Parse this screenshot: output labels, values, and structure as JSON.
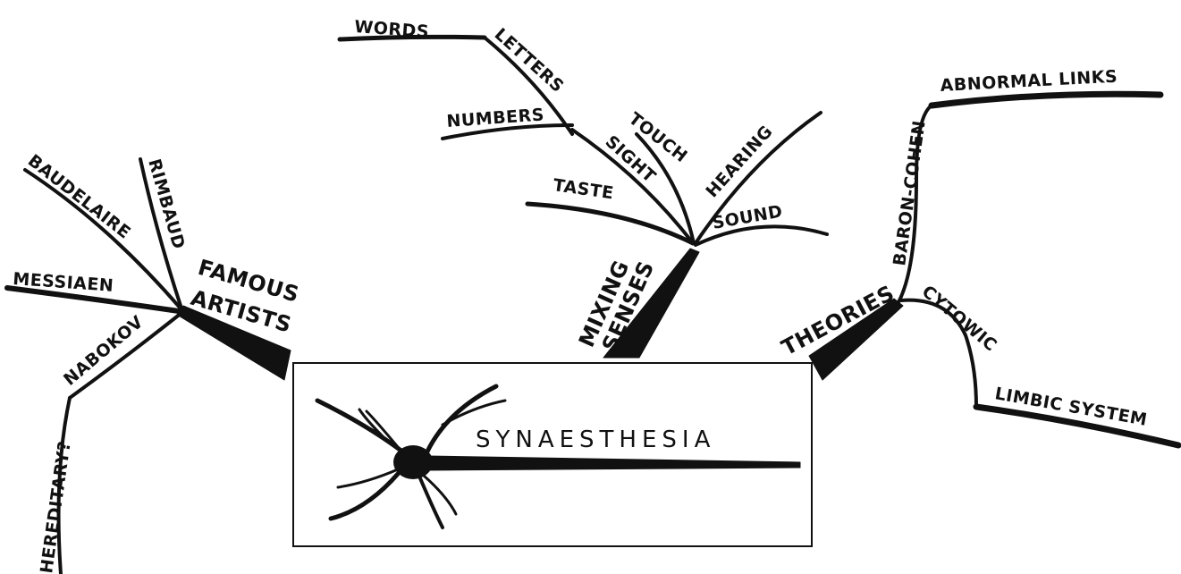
{
  "center": {
    "title": "SYNAESTHESIA"
  },
  "groups": {
    "artists": {
      "label_line1": "FAMOUS",
      "label_line2": "ARTISTS",
      "branches": [
        "BAUDELAIRE",
        "RIMBAUD",
        "MESSIAEN",
        "NABOKOV",
        "HEREDITARY?"
      ]
    },
    "senses": {
      "label_line1": "MIXING",
      "label_line2": "SENSES",
      "branches": [
        "WORDS",
        "LETTERS",
        "NUMBERS",
        "TOUCH",
        "SIGHT",
        "HEARING",
        "TASTE",
        "SOUND"
      ]
    },
    "theories": {
      "label": "THEORIES",
      "branches": [
        "BARON-COHEN",
        "ABNORMAL LINKS",
        "CYTOWIC",
        "LIMBIC SYSTEM"
      ]
    }
  }
}
